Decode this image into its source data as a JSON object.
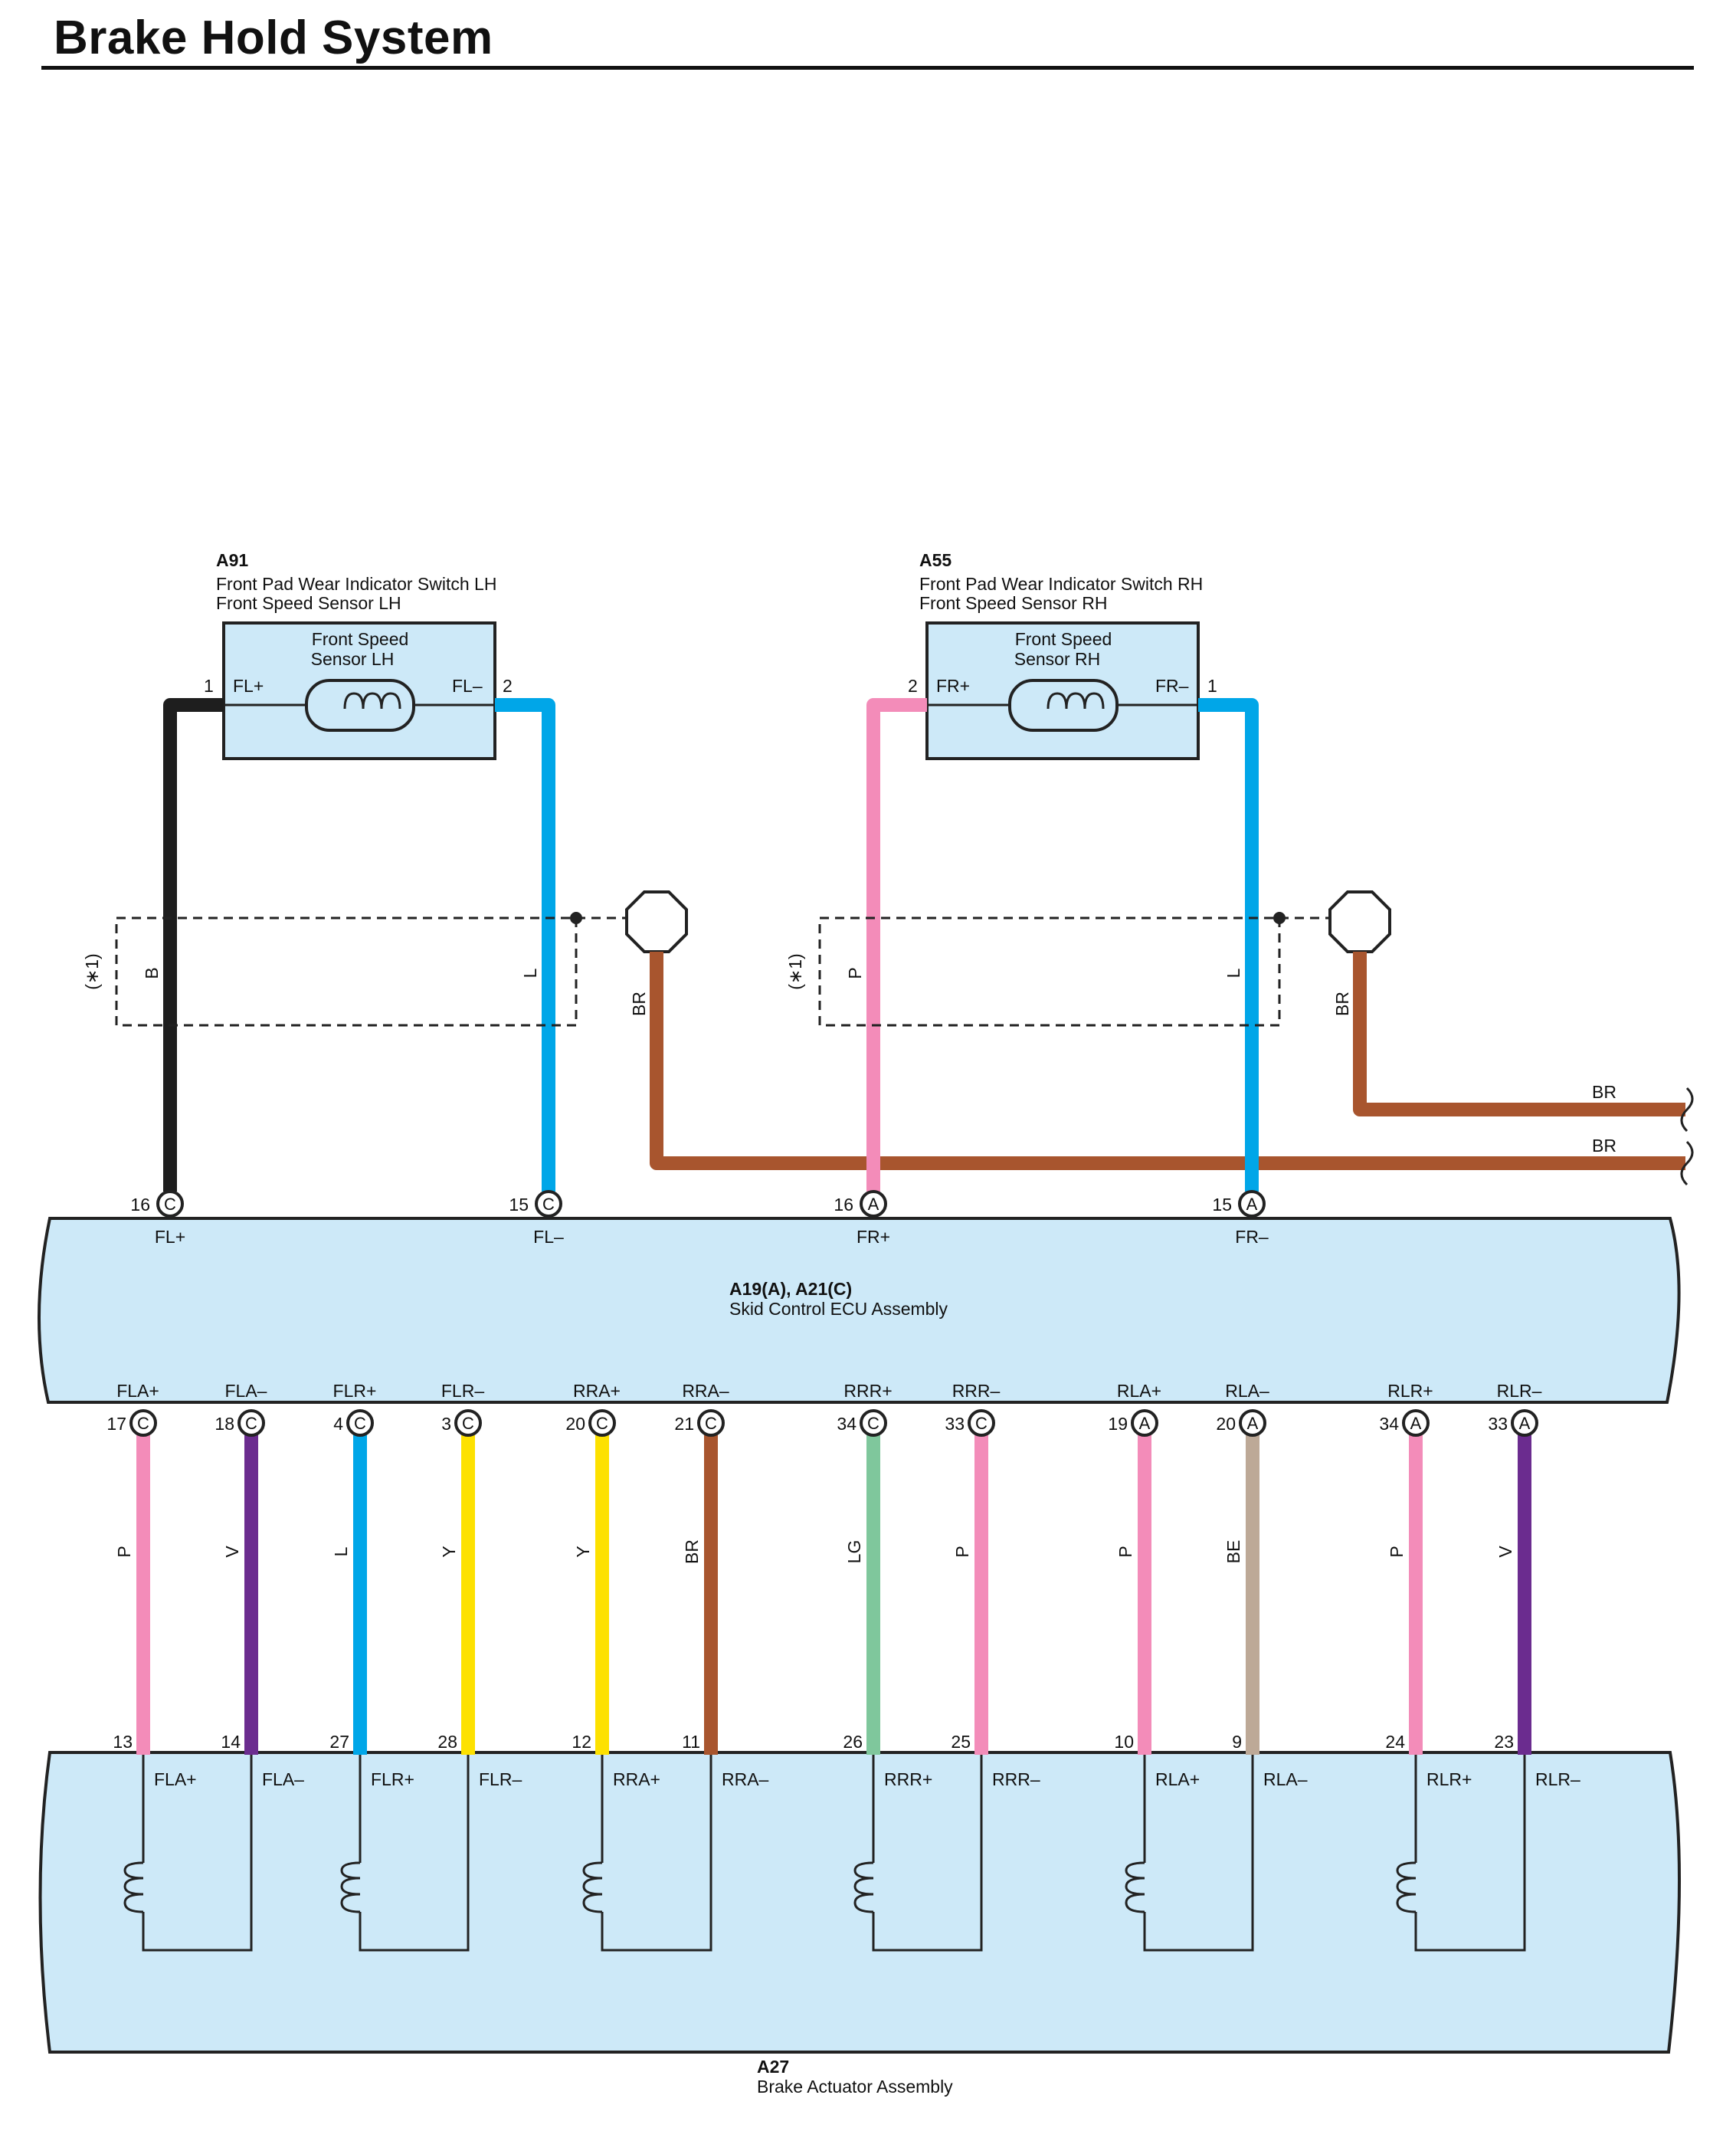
{
  "page": {
    "title": "Brake Hold System"
  },
  "colors": {
    "body_fill": "#cde9f8",
    "wire_B": "#1e1e1e",
    "wire_L": "#00a6e8",
    "wire_P": "#f38cb9",
    "wire_V": "#6b2c8f",
    "wire_Y": "#fde100",
    "wire_BR": "#a8552e",
    "wire_LG": "#7fc79c",
    "wire_BE": "#bda997"
  },
  "sensor_lh": {
    "code": "A91",
    "name_line1": "Front Pad Wear Indicator Switch LH",
    "name_line2": "Front Speed Sensor LH",
    "inner_line1": "Front Speed",
    "inner_line2": "Sensor LH",
    "pin_plus": "1",
    "label_plus": "FL+",
    "pin_minus": "2",
    "label_minus": "FL–",
    "wire_plus": "B",
    "wire_minus": "L",
    "shield_note": "(∗1)",
    "ground_wire": "BR"
  },
  "sensor_rh": {
    "code": "A55",
    "name_line1": "Front Pad Wear Indicator Switch RH",
    "name_line2": "Front Speed Sensor RH",
    "inner_line1": "Front Speed",
    "inner_line2": "Sensor RH",
    "pin_plus": "2",
    "label_plus": "FR+",
    "pin_minus": "1",
    "label_minus": "FR–",
    "wire_plus": "P",
    "wire_minus": "L",
    "shield_note": "(∗1)",
    "ground_wire": "BR"
  },
  "br_continuations": [
    "BR",
    "BR"
  ],
  "ecu": {
    "code": "A19(A), A21(C)",
    "name": "Skid Control ECU Assembly",
    "top_pins": [
      {
        "num": "16",
        "conn": "C",
        "label": "FL+"
      },
      {
        "num": "15",
        "conn": "C",
        "label": "FL–"
      },
      {
        "num": "16",
        "conn": "A",
        "label": "FR+"
      },
      {
        "num": "15",
        "conn": "A",
        "label": "FR–"
      }
    ]
  },
  "bottom_circuits": [
    {
      "label": "FLA+",
      "ecu_pin": "17",
      "conn": "C",
      "wire": "P",
      "wire_color": "#f38cb9",
      "act_pin": "13"
    },
    {
      "label": "FLA–",
      "ecu_pin": "18",
      "conn": "C",
      "wire": "V",
      "wire_color": "#6b2c8f",
      "act_pin": "14"
    },
    {
      "label": "FLR+",
      "ecu_pin": "4",
      "conn": "C",
      "wire": "L",
      "wire_color": "#00a6e8",
      "act_pin": "27"
    },
    {
      "label": "FLR–",
      "ecu_pin": "3",
      "conn": "C",
      "wire": "Y",
      "wire_color": "#fde100",
      "act_pin": "28"
    },
    {
      "label": "RRA+",
      "ecu_pin": "20",
      "conn": "C",
      "wire": "Y",
      "wire_color": "#fde100",
      "act_pin": "12"
    },
    {
      "label": "RRA–",
      "ecu_pin": "21",
      "conn": "C",
      "wire": "BR",
      "wire_color": "#a8552e",
      "act_pin": "11"
    },
    {
      "label": "RRR+",
      "ecu_pin": "34",
      "conn": "C",
      "wire": "LG",
      "wire_color": "#7fc79c",
      "act_pin": "26"
    },
    {
      "label": "RRR–",
      "ecu_pin": "33",
      "conn": "C",
      "wire": "P",
      "wire_color": "#f38cb9",
      "act_pin": "25"
    },
    {
      "label": "RLA+",
      "ecu_pin": "19",
      "conn": "A",
      "wire": "P",
      "wire_color": "#f38cb9",
      "act_pin": "10"
    },
    {
      "label": "RLA–",
      "ecu_pin": "20",
      "conn": "A",
      "wire": "BE",
      "wire_color": "#bda997",
      "act_pin": "9"
    },
    {
      "label": "RLR+",
      "ecu_pin": "34",
      "conn": "A",
      "wire": "P",
      "wire_color": "#f38cb9",
      "act_pin": "24"
    },
    {
      "label": "RLR–",
      "ecu_pin": "33",
      "conn": "A",
      "wire": "V",
      "wire_color": "#6b2c8f",
      "act_pin": "23"
    }
  ],
  "actuator": {
    "code": "A27",
    "name": "Brake Actuator Assembly"
  }
}
